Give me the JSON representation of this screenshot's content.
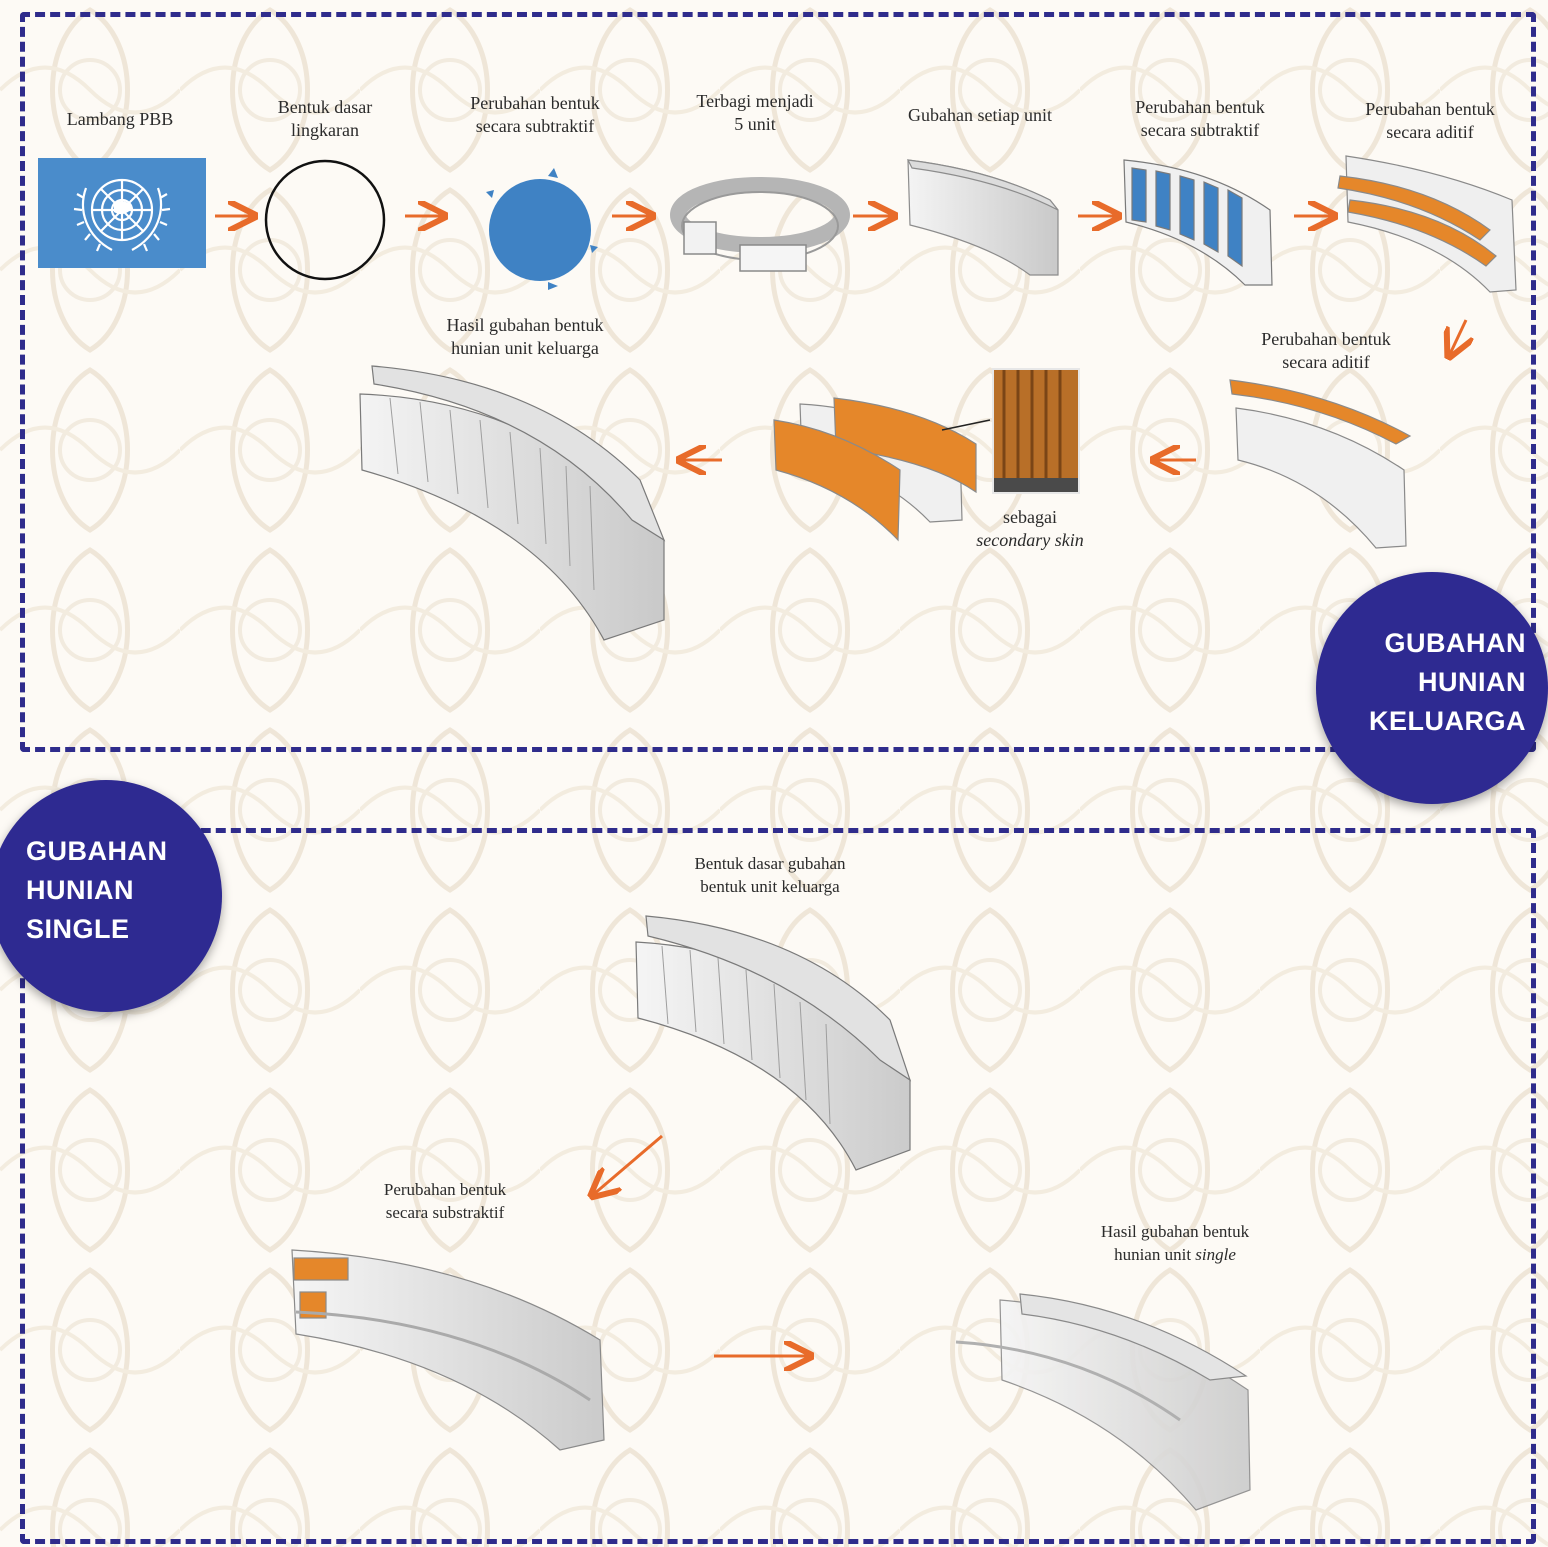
{
  "diagram": {
    "family_section": {
      "steps": [
        {
          "label_line1": "Lambang PBB",
          "label_line2": ""
        },
        {
          "label_line1": "Bentuk dasar",
          "label_line2": "lingkaran"
        },
        {
          "label_line1": "Perubahan bentuk",
          "label_line2": "secara subtraktif"
        },
        {
          "label_line1": "Terbagi menjadi",
          "label_line2": "5 unit"
        },
        {
          "label_line1": "Gubahan setiap unit",
          "label_line2": ""
        },
        {
          "label_line1": "Perubahan bentuk",
          "label_line2": "secara subtraktif"
        },
        {
          "label_line1": "Perubahan bentuk",
          "label_line2": "secara aditif"
        },
        {
          "label_line1": "Perubahan bentuk",
          "label_line2": "secara aditif"
        }
      ],
      "secondary_skin": {
        "line1": "sebagai",
        "line2": "secondary skin"
      },
      "result": {
        "line1": "Hasil gubahan bentuk",
        "line2": "hunian unit keluarga"
      },
      "badge": {
        "line1": "GUBAHAN",
        "line2": "HUNIAN",
        "line3": "KELUARGA"
      }
    },
    "single_section": {
      "base": {
        "line1": "Bentuk dasar gubahan",
        "line2": "bentuk unit keluarga"
      },
      "subtractive": {
        "line1": "Perubahan bentuk",
        "line2": "secara substraktif"
      },
      "result": {
        "line1": "Hasil gubahan bentuk",
        "line2_prefix": "hunian unit",
        "line2_italic": "single"
      },
      "badge": {
        "line1": "GUBAHAN",
        "line2": "HUNIAN",
        "line3": "SINGLE"
      }
    },
    "colors": {
      "frame": "#2f2c8c",
      "badge": "#2e2a91",
      "arrow": "#e86b2a",
      "accent_orange": "#e5872a",
      "accent_blue": "#3f82c4",
      "un_blue": "#4a8ccb"
    },
    "icons": [
      "un-emblem-icon",
      "arrow-right-icon",
      "arrow-left-icon",
      "arrow-down-icon"
    ]
  }
}
